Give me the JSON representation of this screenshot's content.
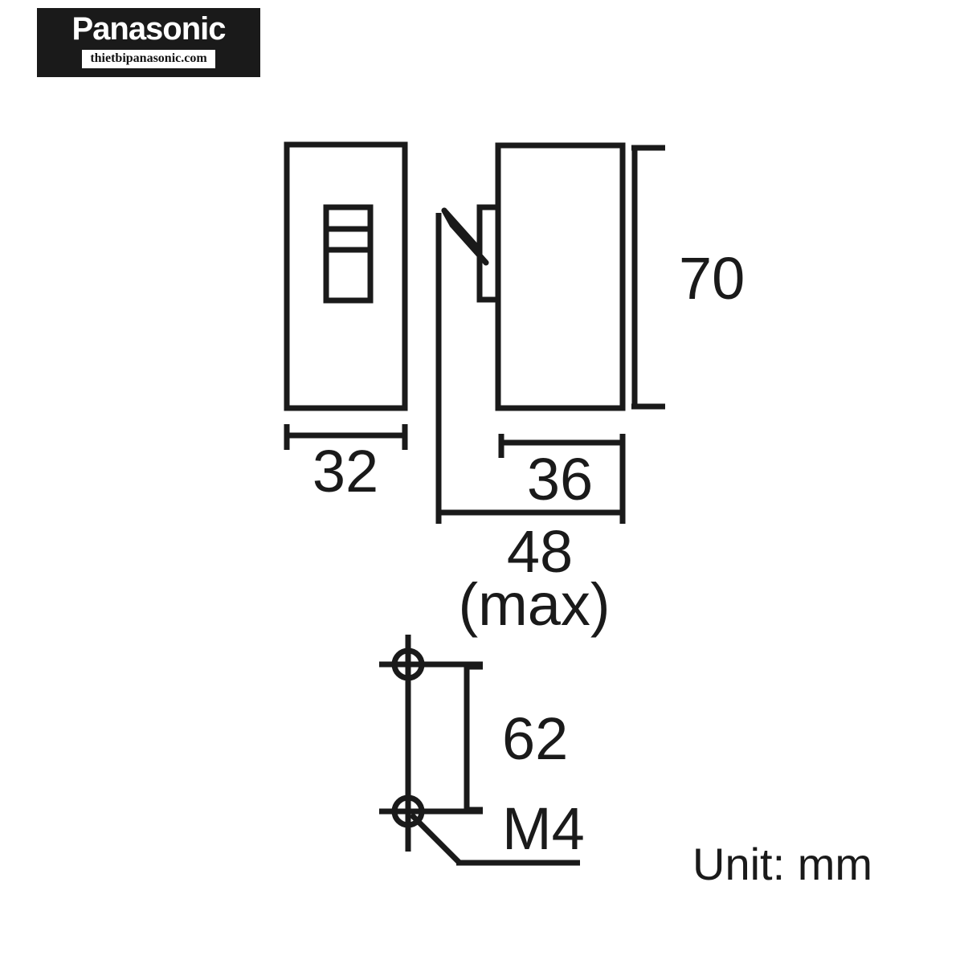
{
  "logo": {
    "brand": "Panasonic",
    "site": "thietbipanasonic.com"
  },
  "drawing": {
    "title": "Circuit breaker dimension drawing",
    "unit_note": "Unit: mm",
    "line_color": "#1a1a1a",
    "background_color": "#ffffff",
    "dimensions": {
      "front_width": "32",
      "side_depth": "36",
      "overall_depth": "48",
      "overall_depth_qualifier": "(max)",
      "height": "70",
      "mounting_pitch": "62",
      "screw_spec": "M4"
    }
  }
}
